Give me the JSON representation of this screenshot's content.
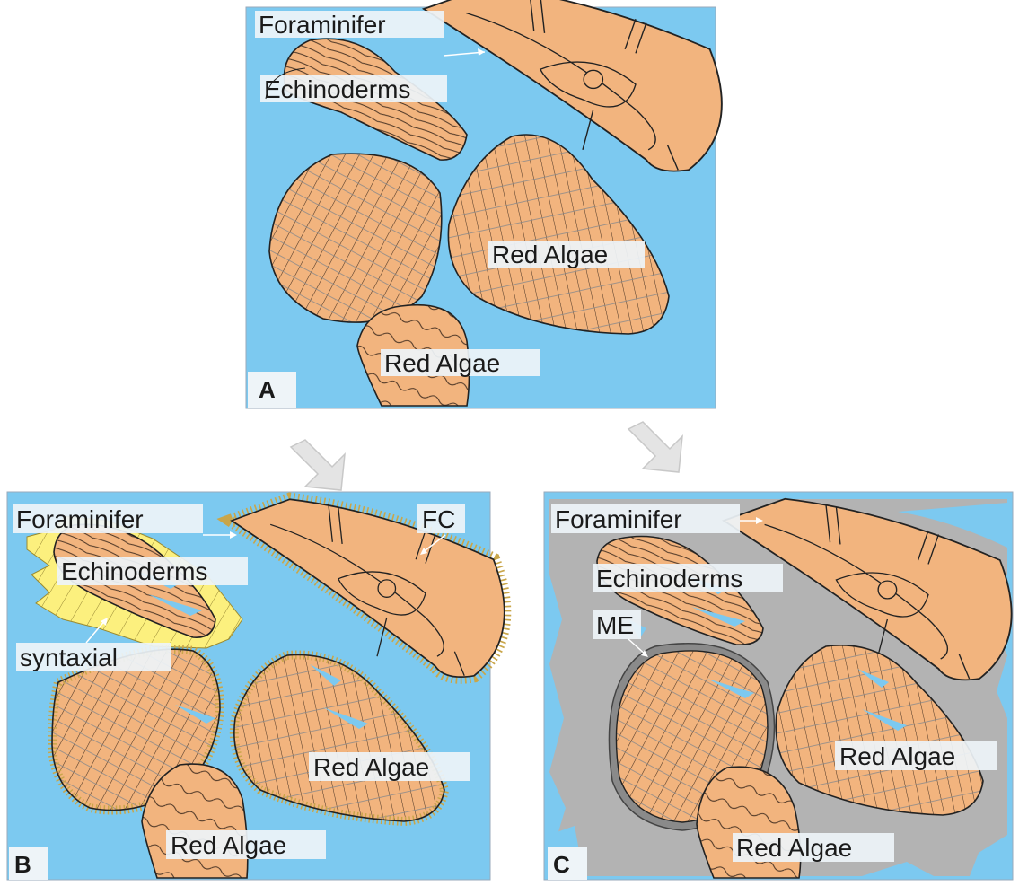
{
  "colors": {
    "water": "#7cc9f0",
    "grain": "#f2b47e",
    "cement_gray": "#b3b3b3",
    "syntaxial_yellow": "#fcf07e",
    "label_bg": "#eef4f8",
    "outline": "#222222",
    "arrow": "#d9d9d9"
  },
  "panel_a": {
    "letter": "A",
    "foraminifer": "Foraminifer",
    "echinoderms": "Echinoderms",
    "red_algae_1": "Red Algae",
    "red_algae_2": "Red Algae"
  },
  "panel_b": {
    "letter": "B",
    "foraminifer": "Foraminifer",
    "echinoderms": "Echinoderms",
    "fc": "FC",
    "syntaxial": "syntaxial",
    "red_algae_1": "Red Algae",
    "red_algae_2": "Red Algae"
  },
  "panel_c": {
    "letter": "C",
    "foraminifer": "Foraminifer",
    "echinoderms": "Echinoderms",
    "me": "ME",
    "red_algae_1": "Red Algae",
    "red_algae_2": "Red Algae"
  }
}
